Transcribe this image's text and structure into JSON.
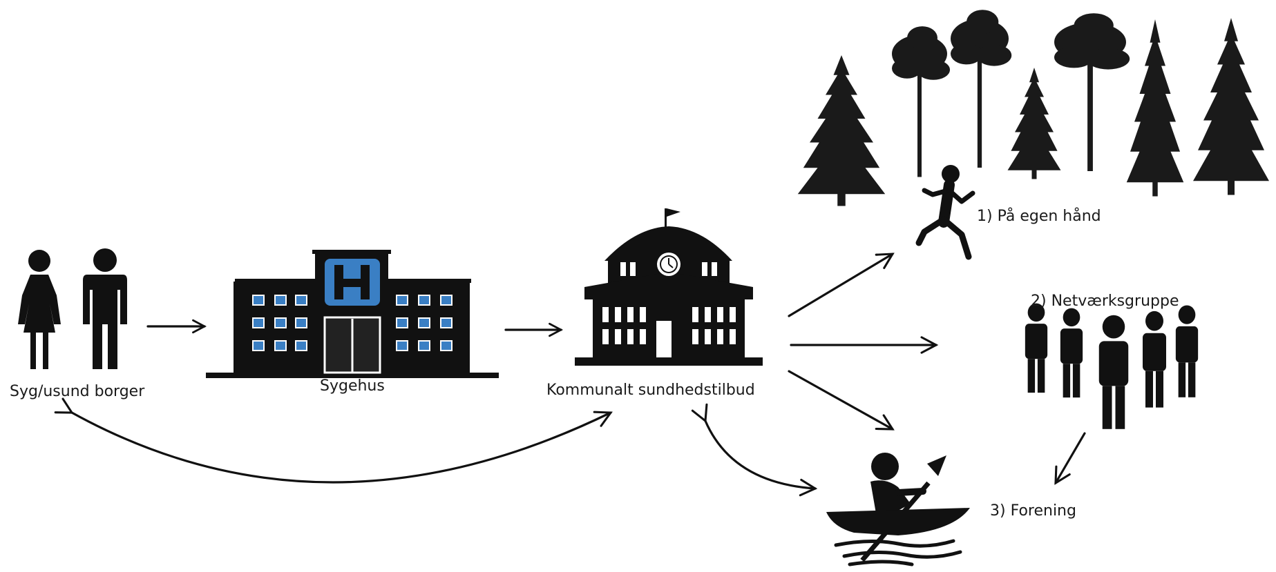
{
  "labels": {
    "citizen": "Syg/usund borger",
    "hospital": "Sygehus",
    "municipal": "Kommunalt sundhedstilbud",
    "own": "1) På egen hånd",
    "network": "2) Netværksgruppe",
    "club": "3) Forening"
  },
  "colors": {
    "ink": "#111111",
    "hospital_accent": "#3a7fc4",
    "background": "#ffffff"
  },
  "icons": [
    "person-woman-icon",
    "person-man-icon",
    "hospital-icon",
    "town-hall-icon",
    "forest-icon",
    "runner-icon",
    "group-icon",
    "kayaker-icon"
  ]
}
